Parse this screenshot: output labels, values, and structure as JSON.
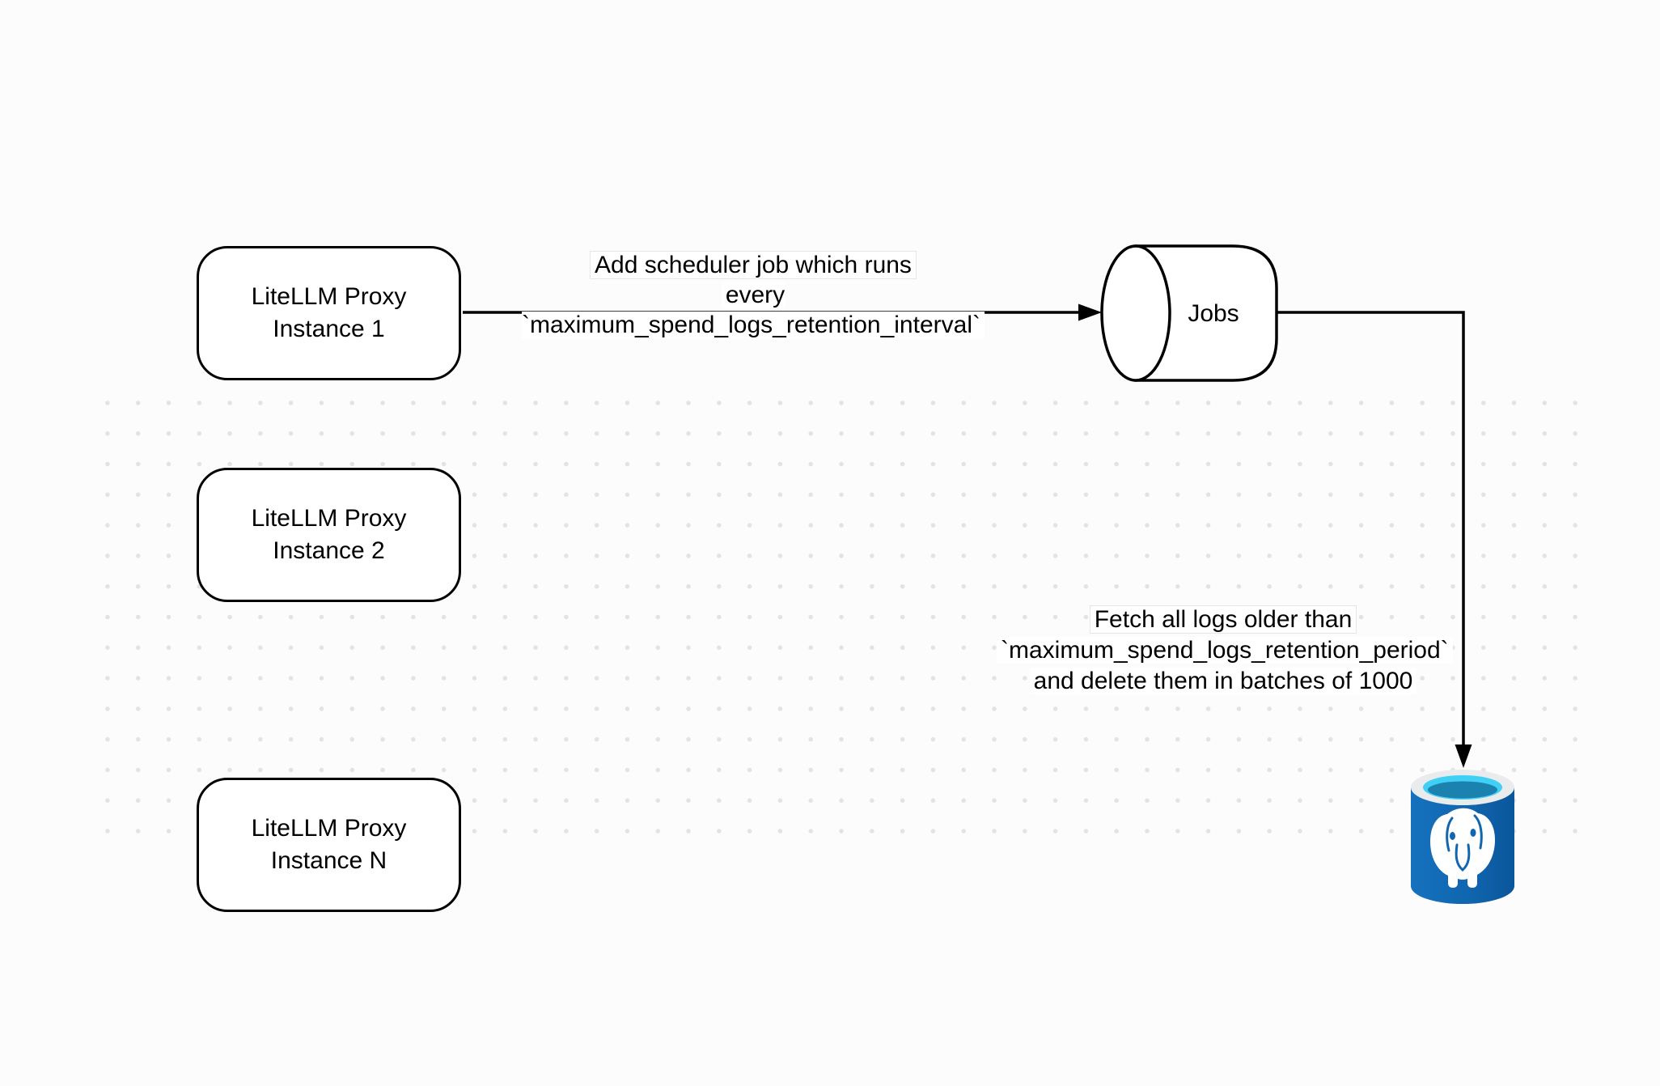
{
  "colors": {
    "canvas_background": "#fcfcfc",
    "node_fill": "#ffffff",
    "stroke": "#000000",
    "dot_grid": "#e3e3e3",
    "postgres_body_blue": "#1166b2",
    "postgres_top_cyan": "#3fd0f4",
    "postgres_rim": "#e9ebed"
  },
  "nodes": {
    "proxies": [
      {
        "line1": "LiteLLM Proxy",
        "line2": "Instance 1"
      },
      {
        "line1": "LiteLLM Proxy",
        "line2": "Instance 2"
      },
      {
        "line1": "LiteLLM Proxy",
        "line2": "Instance N"
      }
    ],
    "jobs": {
      "label": "Jobs"
    },
    "database": {
      "icon": "postgresql-database-icon"
    }
  },
  "edges": {
    "add_scheduler_job": {
      "line1": "Add scheduler job which runs",
      "line2": "every `maximum_spend_logs_retention_interval`"
    },
    "fetch_logs": {
      "line1": "Fetch all logs older than",
      "line2": "`maximum_spend_logs_retention_period`",
      "line3": "and delete them in batches of 1000"
    }
  }
}
